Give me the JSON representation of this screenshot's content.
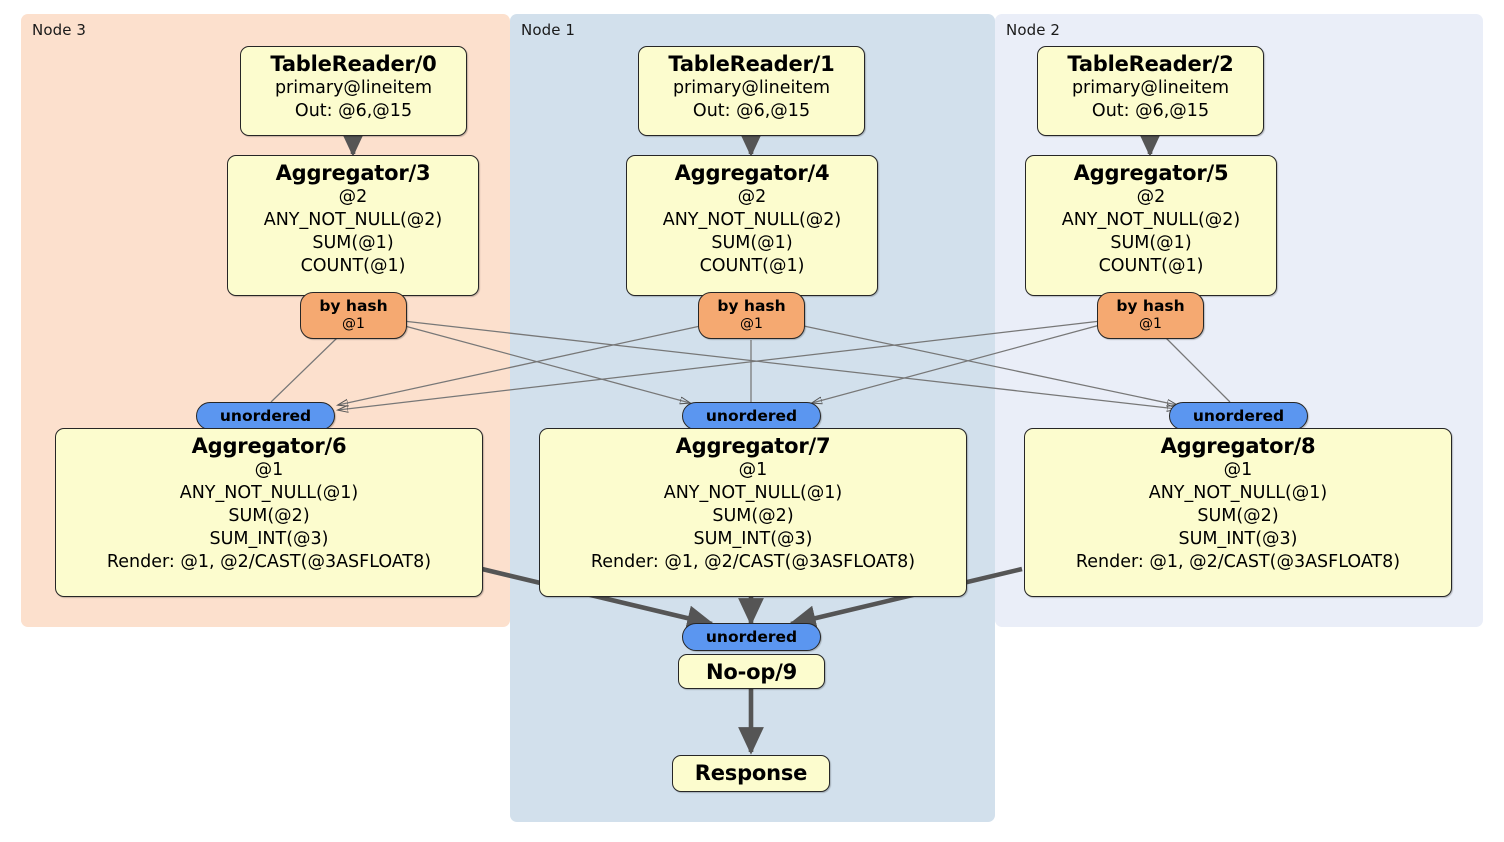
{
  "diagram": {
    "type": "distributed-query-plan",
    "colors": {
      "node3_panel": "#fce0cd",
      "node1_panel": "#d2e0ec",
      "node2_panel": "#eaeef8",
      "processor_fill": "#fcfcce",
      "hash_router_fill": "#f5a971",
      "unordered_synchronizer_fill": "#5b96f0",
      "edge_stroke": "#555555",
      "border": "#262626"
    },
    "panels": [
      {
        "id": "node3",
        "label": "Node 3"
      },
      {
        "id": "node1",
        "label": "Node 1"
      },
      {
        "id": "node2",
        "label": "Node 2"
      }
    ],
    "processors": [
      {
        "id": "tr0",
        "node": "node3",
        "title": "TableReader/0",
        "lines": [
          "primary@lineitem",
          "Out: @6,@15"
        ]
      },
      {
        "id": "tr1",
        "node": "node1",
        "title": "TableReader/1",
        "lines": [
          "primary@lineitem",
          "Out: @6,@15"
        ]
      },
      {
        "id": "tr2",
        "node": "node2",
        "title": "TableReader/2",
        "lines": [
          "primary@lineitem",
          "Out: @6,@15"
        ]
      },
      {
        "id": "agg3",
        "node": "node3",
        "title": "Aggregator/3",
        "lines": [
          "@2",
          "ANY_NOT_NULL(@2)",
          "SUM(@1)",
          "COUNT(@1)"
        ]
      },
      {
        "id": "agg4",
        "node": "node1",
        "title": "Aggregator/4",
        "lines": [
          "@2",
          "ANY_NOT_NULL(@2)",
          "SUM(@1)",
          "COUNT(@1)"
        ]
      },
      {
        "id": "agg5",
        "node": "node2",
        "title": "Aggregator/5",
        "lines": [
          "@2",
          "ANY_NOT_NULL(@2)",
          "SUM(@1)",
          "COUNT(@1)"
        ]
      },
      {
        "id": "agg6",
        "node": "node3",
        "title": "Aggregator/6",
        "lines": [
          "@1",
          "ANY_NOT_NULL(@1)",
          "SUM(@2)",
          "SUM_INT(@3)",
          "Render: @1, @2/CAST(@3ASFLOAT8)"
        ]
      },
      {
        "id": "agg7",
        "node": "node1",
        "title": "Aggregator/7",
        "lines": [
          "@1",
          "ANY_NOT_NULL(@1)",
          "SUM(@2)",
          "SUM_INT(@3)",
          "Render: @1, @2/CAST(@3ASFLOAT8)"
        ]
      },
      {
        "id": "agg8",
        "node": "node2",
        "title": "Aggregator/8",
        "lines": [
          "@1",
          "ANY_NOT_NULL(@1)",
          "SUM(@2)",
          "SUM_INT(@3)",
          "Render: @1, @2/CAST(@3ASFLOAT8)"
        ]
      },
      {
        "id": "noop9",
        "node": "node1",
        "title": "No-op/9",
        "lines": []
      },
      {
        "id": "response",
        "node": "node1",
        "title": "Response",
        "lines": []
      }
    ],
    "routers": [
      {
        "id": "hash3",
        "node": "node3",
        "label": "by hash",
        "detail": "@1"
      },
      {
        "id": "hash4",
        "node": "node1",
        "label": "by hash",
        "detail": "@1"
      },
      {
        "id": "hash5",
        "node": "node2",
        "label": "by hash",
        "detail": "@1"
      }
    ],
    "synchronizers": [
      {
        "id": "sync6",
        "node": "node3",
        "label": "unordered"
      },
      {
        "id": "sync7",
        "node": "node1",
        "label": "unordered"
      },
      {
        "id": "sync8",
        "node": "node2",
        "label": "unordered"
      },
      {
        "id": "sync9",
        "node": "node1",
        "label": "unordered"
      }
    ],
    "edges": [
      {
        "from": "tr0",
        "to": "agg3",
        "style": "thick"
      },
      {
        "from": "tr1",
        "to": "agg4",
        "style": "thick"
      },
      {
        "from": "tr2",
        "to": "agg5",
        "style": "thick"
      },
      {
        "from": "hash3",
        "to": "sync6",
        "style": "thin"
      },
      {
        "from": "hash3",
        "to": "sync7",
        "style": "thin"
      },
      {
        "from": "hash3",
        "to": "sync8",
        "style": "thin"
      },
      {
        "from": "hash4",
        "to": "sync6",
        "style": "thin"
      },
      {
        "from": "hash4",
        "to": "sync7",
        "style": "thin"
      },
      {
        "from": "hash4",
        "to": "sync8",
        "style": "thin"
      },
      {
        "from": "hash5",
        "to": "sync6",
        "style": "thin"
      },
      {
        "from": "hash5",
        "to": "sync7",
        "style": "thin"
      },
      {
        "from": "hash5",
        "to": "sync8",
        "style": "thin"
      },
      {
        "from": "agg6",
        "to": "sync9",
        "style": "thick"
      },
      {
        "from": "agg7",
        "to": "sync9",
        "style": "thick"
      },
      {
        "from": "agg8",
        "to": "sync9",
        "style": "thick"
      },
      {
        "from": "noop9",
        "to": "response",
        "style": "thick"
      }
    ]
  }
}
